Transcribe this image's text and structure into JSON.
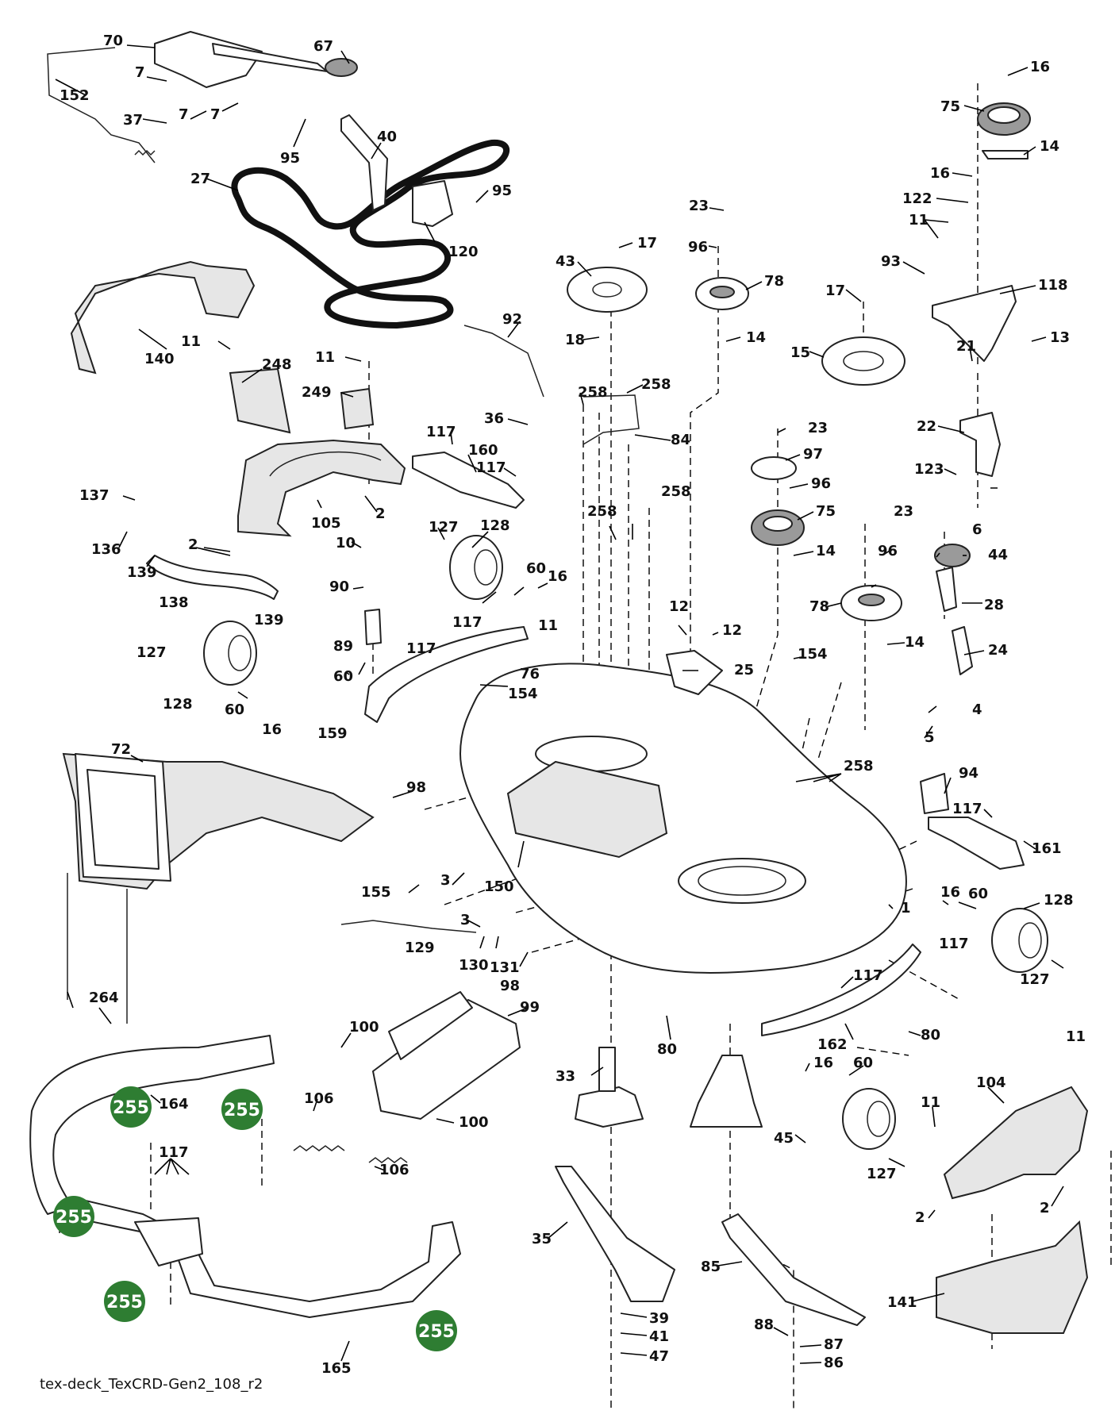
{
  "caption": "tex-deck_TexCRD-Gen2_108_r2",
  "badge_color": "#2e7d32",
  "callouts": [
    {
      "id": "c70",
      "label": "70"
    },
    {
      "id": "c67",
      "label": "67"
    },
    {
      "id": "c7a",
      "label": "7"
    },
    {
      "id": "c7b",
      "label": "7"
    },
    {
      "id": "c7c",
      "label": "7"
    },
    {
      "id": "c152",
      "label": "152"
    },
    {
      "id": "c37",
      "label": "37"
    },
    {
      "id": "c95a",
      "label": "95"
    },
    {
      "id": "c40",
      "label": "40"
    },
    {
      "id": "c27",
      "label": "27"
    },
    {
      "id": "c95b",
      "label": "95"
    },
    {
      "id": "c120",
      "label": "120"
    },
    {
      "id": "c16a",
      "label": "16"
    },
    {
      "id": "c75a",
      "label": "75"
    },
    {
      "id": "c14a",
      "label": "14"
    },
    {
      "id": "c16b",
      "label": "16"
    },
    {
      "id": "c122",
      "label": "122"
    },
    {
      "id": "c11a",
      "label": "11"
    },
    {
      "id": "c93",
      "label": "93"
    },
    {
      "id": "c118",
      "label": "118"
    },
    {
      "id": "c17a",
      "label": "17"
    },
    {
      "id": "c15",
      "label": "15"
    },
    {
      "id": "c21",
      "label": "21"
    },
    {
      "id": "c13",
      "label": "13"
    },
    {
      "id": "c22",
      "label": "22"
    },
    {
      "id": "c123",
      "label": "123"
    },
    {
      "id": "c23a",
      "label": "23"
    },
    {
      "id": "c96a",
      "label": "96"
    },
    {
      "id": "c78a",
      "label": "78"
    },
    {
      "id": "c14b",
      "label": "14"
    },
    {
      "id": "c43",
      "label": "43"
    },
    {
      "id": "c17b",
      "label": "17"
    },
    {
      "id": "c18",
      "label": "18"
    },
    {
      "id": "c92",
      "label": "92"
    },
    {
      "id": "c140",
      "label": "140"
    },
    {
      "id": "c11b",
      "label": "11"
    },
    {
      "id": "c248",
      "label": "248"
    },
    {
      "id": "c11c",
      "label": "11"
    },
    {
      "id": "c249",
      "label": "249"
    },
    {
      "id": "c258a",
      "label": "258"
    },
    {
      "id": "c258b",
      "label": "258"
    },
    {
      "id": "c84",
      "label": "84"
    },
    {
      "id": "c36",
      "label": "36"
    },
    {
      "id": "c117a",
      "label": "117"
    },
    {
      "id": "c160",
      "label": "160"
    },
    {
      "id": "c117b",
      "label": "117"
    },
    {
      "id": "c23b",
      "label": "23"
    },
    {
      "id": "c97",
      "label": "97"
    },
    {
      "id": "c96b",
      "label": "96"
    },
    {
      "id": "c75b",
      "label": "75"
    },
    {
      "id": "c14c",
      "label": "14"
    },
    {
      "id": "c137",
      "label": "137"
    },
    {
      "id": "c105",
      "label": "105"
    },
    {
      "id": "c2a",
      "label": "2"
    },
    {
      "id": "c136",
      "label": "136"
    },
    {
      "id": "c139a",
      "label": "139"
    },
    {
      "id": "c2b",
      "label": "2"
    },
    {
      "id": "c127a",
      "label": "127"
    },
    {
      "id": "c128a",
      "label": "128"
    },
    {
      "id": "c258c",
      "label": "258"
    },
    {
      "id": "c258d",
      "label": "258"
    },
    {
      "id": "c10",
      "label": "10"
    },
    {
      "id": "c90",
      "label": "90"
    },
    {
      "id": "c60a",
      "label": "60"
    },
    {
      "id": "c16c",
      "label": "16"
    },
    {
      "id": "c23c",
      "label": "23"
    },
    {
      "id": "c96c",
      "label": "96"
    },
    {
      "id": "c6",
      "label": "6"
    },
    {
      "id": "c44",
      "label": "44"
    },
    {
      "id": "c28",
      "label": "28"
    },
    {
      "id": "c78b",
      "label": "78"
    },
    {
      "id": "c14d",
      "label": "14"
    },
    {
      "id": "c138",
      "label": "138"
    },
    {
      "id": "c139b",
      "label": "139"
    },
    {
      "id": "c127b",
      "label": "127"
    },
    {
      "id": "c12a",
      "label": "12"
    },
    {
      "id": "c12b",
      "label": "12"
    },
    {
      "id": "c25",
      "label": "25"
    },
    {
      "id": "c117c",
      "label": "117"
    },
    {
      "id": "c11d",
      "label": "11"
    },
    {
      "id": "c89",
      "label": "89"
    },
    {
      "id": "c117d",
      "label": "117"
    },
    {
      "id": "c60b",
      "label": "60"
    },
    {
      "id": "c76",
      "label": "76"
    },
    {
      "id": "c154a",
      "label": "154"
    },
    {
      "id": "c154b",
      "label": "154"
    },
    {
      "id": "c24",
      "label": "24"
    },
    {
      "id": "c128b",
      "label": "128"
    },
    {
      "id": "c60c",
      "label": "60"
    },
    {
      "id": "c16d",
      "label": "16"
    },
    {
      "id": "c159",
      "label": "159"
    },
    {
      "id": "c4",
      "label": "4"
    },
    {
      "id": "c72",
      "label": "72"
    },
    {
      "id": "c5",
      "label": "5"
    },
    {
      "id": "c258e",
      "label": "258"
    },
    {
      "id": "c98a",
      "label": "98"
    },
    {
      "id": "c94",
      "label": "94"
    },
    {
      "id": "c117e",
      "label": "117"
    },
    {
      "id": "c161",
      "label": "161"
    },
    {
      "id": "c3a",
      "label": "3"
    },
    {
      "id": "c150",
      "label": "150"
    },
    {
      "id": "c155",
      "label": "155"
    },
    {
      "id": "c16e",
      "label": "16"
    },
    {
      "id": "c60d",
      "label": "60"
    },
    {
      "id": "c128c",
      "label": "128"
    },
    {
      "id": "c1",
      "label": "1"
    },
    {
      "id": "c3b",
      "label": "3"
    },
    {
      "id": "c129",
      "label": "129"
    },
    {
      "id": "c117f",
      "label": "117"
    },
    {
      "id": "c130",
      "label": "130"
    },
    {
      "id": "c131",
      "label": "131"
    },
    {
      "id": "c98b",
      "label": "98"
    },
    {
      "id": "c127c",
      "label": "127"
    },
    {
      "id": "c117g",
      "label": "117"
    },
    {
      "id": "c264",
      "label": "264"
    },
    {
      "id": "c99",
      "label": "99"
    },
    {
      "id": "c100a",
      "label": "100"
    },
    {
      "id": "c80a",
      "label": "80"
    },
    {
      "id": "c162",
      "label": "162"
    },
    {
      "id": "c80b",
      "label": "80"
    },
    {
      "id": "c11e",
      "label": "11"
    },
    {
      "id": "c164",
      "label": "164"
    },
    {
      "id": "c33",
      "label": "33"
    },
    {
      "id": "c16f",
      "label": "16"
    },
    {
      "id": "c60e",
      "label": "60"
    },
    {
      "id": "c104",
      "label": "104"
    },
    {
      "id": "c106a",
      "label": "106"
    },
    {
      "id": "c100b",
      "label": "100"
    },
    {
      "id": "c45",
      "label": "45"
    },
    {
      "id": "c11f",
      "label": "11"
    },
    {
      "id": "c127d",
      "label": "127"
    },
    {
      "id": "c106b",
      "label": "106"
    },
    {
      "id": "c117h",
      "label": "117"
    },
    {
      "id": "c2c",
      "label": "2"
    },
    {
      "id": "c2d",
      "label": "2"
    },
    {
      "id": "c35",
      "label": "35"
    },
    {
      "id": "c85",
      "label": "85"
    },
    {
      "id": "c141",
      "label": "141"
    },
    {
      "id": "c39",
      "label": "39"
    },
    {
      "id": "c41",
      "label": "41"
    },
    {
      "id": "c88",
      "label": "88"
    },
    {
      "id": "c87",
      "label": "87"
    },
    {
      "id": "c47",
      "label": "47"
    },
    {
      "id": "c86",
      "label": "86"
    },
    {
      "id": "c165",
      "label": "165"
    }
  ],
  "badges": [
    {
      "id": "b1",
      "label": "255"
    },
    {
      "id": "b2",
      "label": "255"
    },
    {
      "id": "b3",
      "label": "255"
    },
    {
      "id": "b4",
      "label": "255"
    },
    {
      "id": "b5",
      "label": "255"
    }
  ]
}
